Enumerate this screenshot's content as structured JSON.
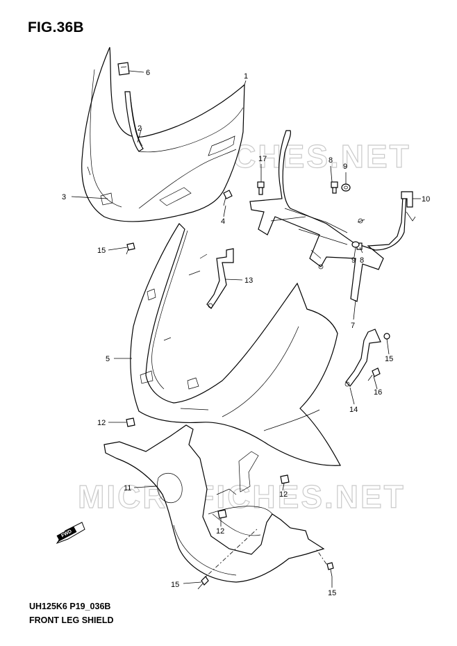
{
  "figure": {
    "title": "FIG.36B",
    "model_code": "UH125K6 P19_036B",
    "section_name": "FRONT LEG SHIELD",
    "watermark": "MICROFICHES.NET"
  },
  "direction_marker": {
    "label": "FWD",
    "icon": "forward-arrow-icon"
  },
  "callouts": [
    {
      "id": "callout-1",
      "text": "1"
    },
    {
      "id": "callout-2",
      "text": "2"
    },
    {
      "id": "callout-3",
      "text": "3"
    },
    {
      "id": "callout-4",
      "text": "4"
    },
    {
      "id": "callout-5",
      "text": "5"
    },
    {
      "id": "callout-6",
      "text": "6"
    },
    {
      "id": "callout-7",
      "text": "7"
    },
    {
      "id": "callout-8a",
      "text": "8"
    },
    {
      "id": "callout-8b",
      "text": "8"
    },
    {
      "id": "callout-9a",
      "text": "9"
    },
    {
      "id": "callout-9b",
      "text": "9"
    },
    {
      "id": "callout-10",
      "text": "10"
    },
    {
      "id": "callout-11",
      "text": "11"
    },
    {
      "id": "callout-12a",
      "text": "12"
    },
    {
      "id": "callout-12b",
      "text": "12"
    },
    {
      "id": "callout-12c",
      "text": "12"
    },
    {
      "id": "callout-13",
      "text": "13"
    },
    {
      "id": "callout-14",
      "text": "14"
    },
    {
      "id": "callout-15a",
      "text": "15"
    },
    {
      "id": "callout-15b",
      "text": "15"
    },
    {
      "id": "callout-15c",
      "text": "15"
    },
    {
      "id": "callout-15d",
      "text": "15"
    },
    {
      "id": "callout-16",
      "text": "16"
    },
    {
      "id": "callout-17",
      "text": "17"
    }
  ]
}
